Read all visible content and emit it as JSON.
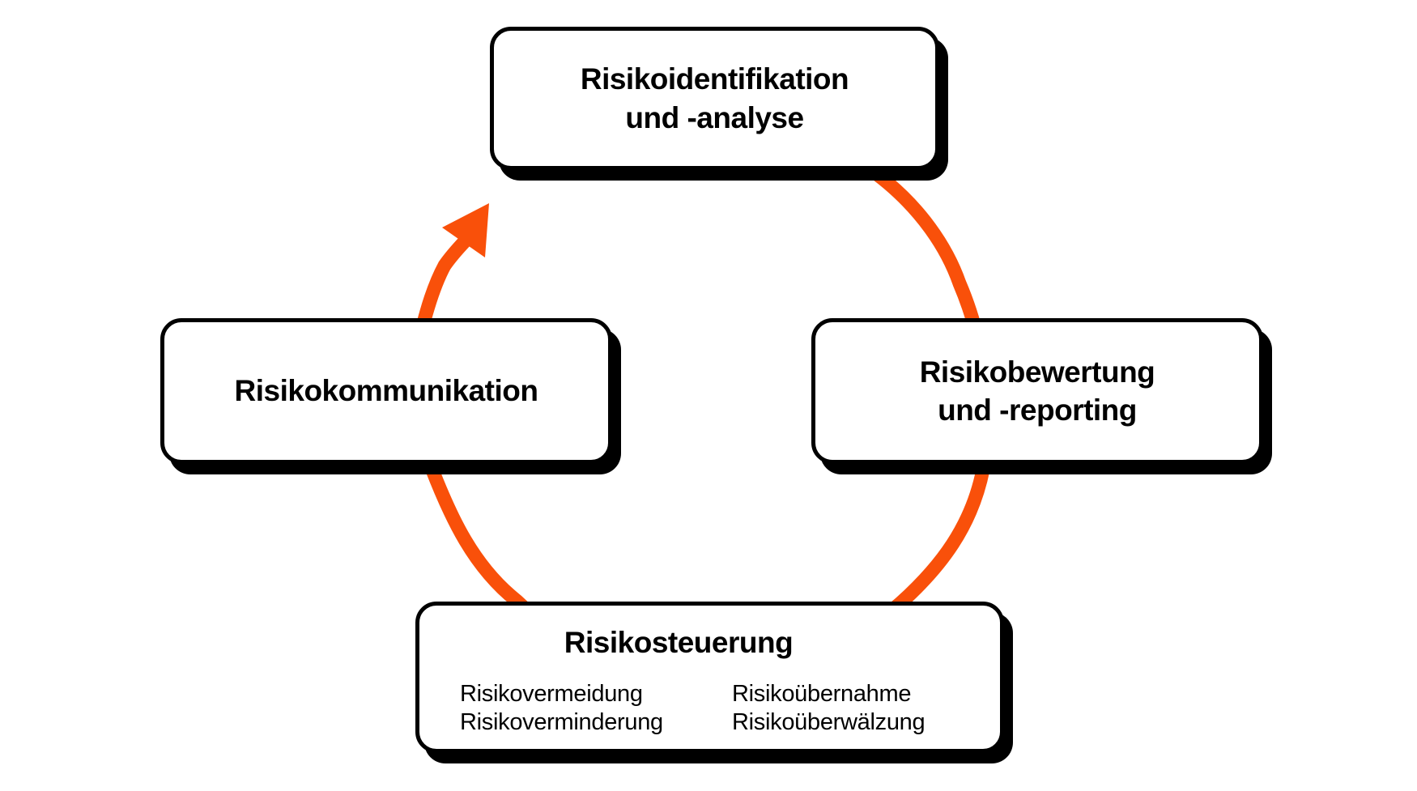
{
  "diagram": {
    "type": "cycle",
    "direction": "clockwise",
    "background_color": "#FFFFFF",
    "box_fill_color": "#FFFFFF",
    "box_border_color": "#000000",
    "shadow_color": "#000000",
    "text_color": "#000000",
    "arrow_color": "#F9500A"
  },
  "nodes": {
    "identifikation": {
      "line1": "Risikoidentifikation",
      "line2": "und -analyse"
    },
    "bewertung": {
      "line1": "Risikobewertung",
      "line2": "und -reporting"
    },
    "kommunikation": {
      "line1": "Risikokommunikation"
    },
    "steuerung": {
      "title": "Risikosteuerung",
      "items": {
        "col1": [
          "Risikovermeidung",
          "Risikoverminderung"
        ],
        "col2": [
          "Risikoübernahme",
          "Risikoüberwälzung"
        ]
      }
    }
  }
}
